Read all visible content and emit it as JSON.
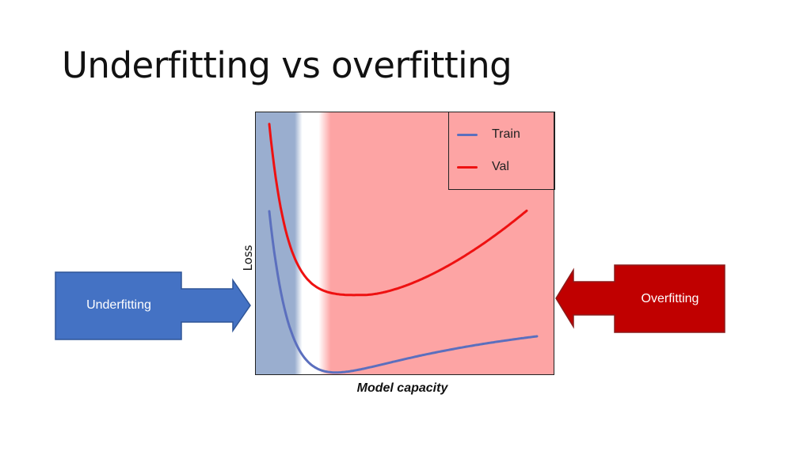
{
  "slide": {
    "title": "Underfitting vs overfitting"
  },
  "chart_data": {
    "type": "line",
    "xlabel": "Model capacity",
    "ylabel": "Loss",
    "legend_position": "top-right",
    "grid": false,
    "series": [
      {
        "name": "Train",
        "color": "#5b6fbe"
      },
      {
        "name": "Val",
        "color": "#ee1111"
      }
    ]
  },
  "regions": {
    "underfit_color": "#9aaecf",
    "overfit_color": "#fda4a4"
  },
  "arrows": {
    "underfitting": {
      "label": "Underfitting",
      "color": "#4472c4",
      "border": "#2f5597"
    },
    "overfitting": {
      "label": "Overfitting",
      "color": "#c00000",
      "border": "#8a1c1c"
    }
  }
}
